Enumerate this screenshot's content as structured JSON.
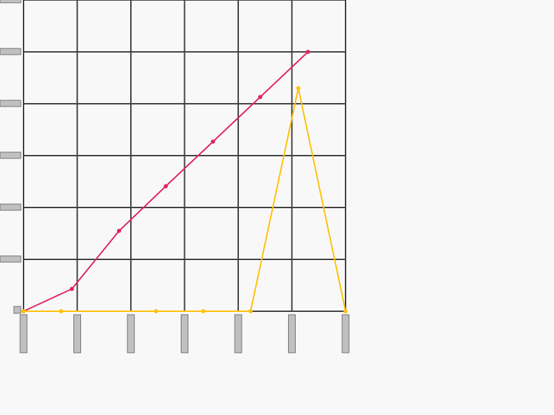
{
  "chart_data": {
    "type": "line",
    "title": "",
    "xlabel": "",
    "ylabel": "",
    "grid": true,
    "legend": "none",
    "xlim": [
      0,
      6
    ],
    "ylim": [
      0,
      6
    ],
    "x_ticks": [
      0,
      1,
      2,
      3,
      4,
      5,
      6
    ],
    "y_ticks": [
      0,
      1,
      2,
      3,
      4,
      5,
      6
    ],
    "series": [
      {
        "color": "#e0245e",
        "points": [
          [
            0,
            0
          ],
          [
            0.9,
            0.43
          ],
          [
            1.78,
            1.55
          ],
          [
            2.65,
            2.41
          ],
          [
            3.53,
            3.27
          ],
          [
            4.41,
            4.13
          ],
          [
            5.3,
            5.0
          ]
        ]
      },
      {
        "color": "#ffc107",
        "points": [
          [
            0,
            0
          ],
          [
            0.7,
            0
          ],
          [
            2.47,
            0
          ],
          [
            3.35,
            0
          ],
          [
            4.23,
            0
          ],
          [
            5.12,
            4.3
          ],
          [
            6.0,
            0
          ]
        ]
      }
    ]
  },
  "colors": {
    "background": "#f8f8f8",
    "grid": "#404040",
    "tick_placeholder": "#c0c0c0"
  }
}
